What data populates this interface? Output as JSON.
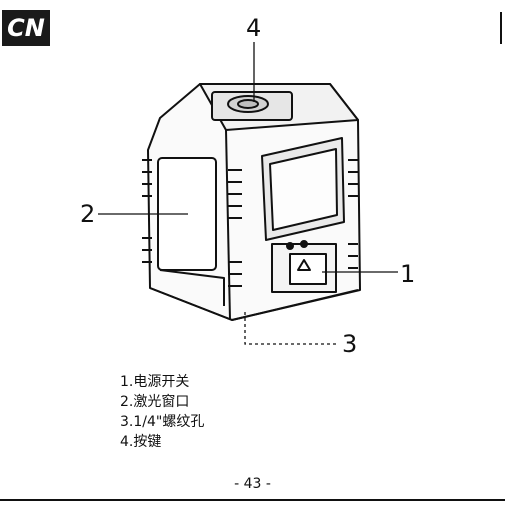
{
  "header": {
    "language_badge": "CN"
  },
  "figure": {
    "callouts": [
      "1",
      "2",
      "3",
      "4"
    ]
  },
  "legend": {
    "items": [
      "1.电源开关",
      "2.激光窗口",
      "3.1/4\"螺纹孔",
      "4.按键"
    ]
  },
  "footer": {
    "page_number": "- 43 -"
  }
}
